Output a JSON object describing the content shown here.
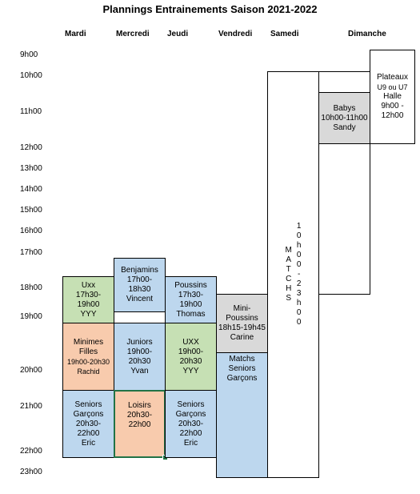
{
  "title": "Plannings Entrainements Saison 2021-2022",
  "days": {
    "mardi": "Mardi",
    "mercredi": "Mercredi",
    "jeudi": "Jeudi",
    "vendredi": "Vendredi",
    "samedi": "Samedi",
    "dimanche": "Dimanche"
  },
  "hours": [
    "9h00",
    "10h00",
    "11h00",
    "12h00",
    "13h00",
    "14h00",
    "15h00",
    "16h00",
    "17h00",
    "18h00",
    "19h00",
    "20h00",
    "21h00",
    "22h00",
    "23h00"
  ],
  "blocks": {
    "mardi_uxx": "Uxx\n17h30-\n19h00\nYYY",
    "mardi_minimes_1": "Minimes\nFilles",
    "mardi_minimes_2": "19h00-20h30",
    "mardi_minimes_3": "Rachid",
    "mardi_seniors": "Seniors\nGarçons\n20h30-\n22h00\nEric",
    "mercredi_benjamins": "Benjamins\n17h00-\n18h30\nVincent",
    "mercredi_juniors": "Juniors\n19h00-\n20h30\nYvan",
    "mercredi_loisirs": "Loisirs\n20h30-\n22h00",
    "jeudi_poussins": "Poussins\n17h30-\n19h00\nThomas",
    "jeudi_uxx": "UXX\n19h00-\n20h30\nYYY",
    "jeudi_seniors": "Seniors\nGarçons\n20h30-\n22h00\nEric",
    "vendredi_mini": "Mini-\nPoussins\n18h15-19h45\nCarine",
    "vendredi_matchs": "Matchs\nSeniors\nGarçons",
    "samedi_matchs_word": "MATCHS",
    "samedi_matchs_time": "10h00-23h00",
    "dimanche_babys": "Babys\n10h00-11h00\nSandy",
    "dimanche_plateaux_1": "Plateaux",
    "dimanche_plateaux_2": "U9 ou U7",
    "dimanche_plateaux_3": "Halle\n9h00 -\n12h00"
  }
}
